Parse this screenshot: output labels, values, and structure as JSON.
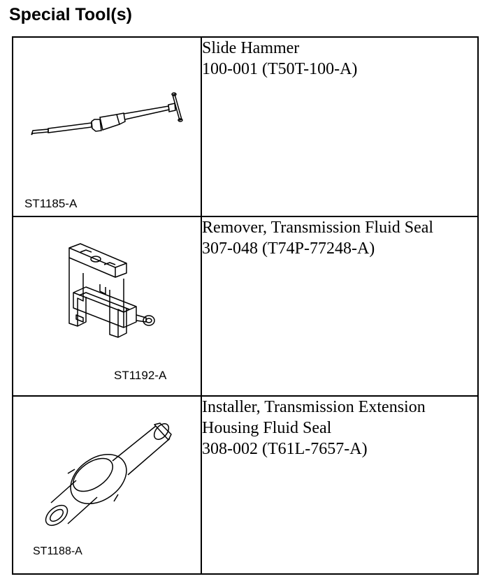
{
  "page": {
    "title": "Special Tool(s)"
  },
  "tools": [
    {
      "code": "ST1185-A",
      "name": "Slide Hammer",
      "number": "100-001 (T50T-100-A)",
      "icon": "slide-hammer-illustration"
    },
    {
      "code": "ST1192-A",
      "name": "Remover, Transmission Fluid Seal",
      "number": "307-048 (T74P-77248-A)",
      "icon": "seal-remover-illustration"
    },
    {
      "code": "ST1188-A",
      "name": "Installer, Transmission Extension Housing Fluid Seal",
      "number": "308-002 (T61L-7657-A)",
      "icon": "seal-installer-illustration"
    }
  ]
}
